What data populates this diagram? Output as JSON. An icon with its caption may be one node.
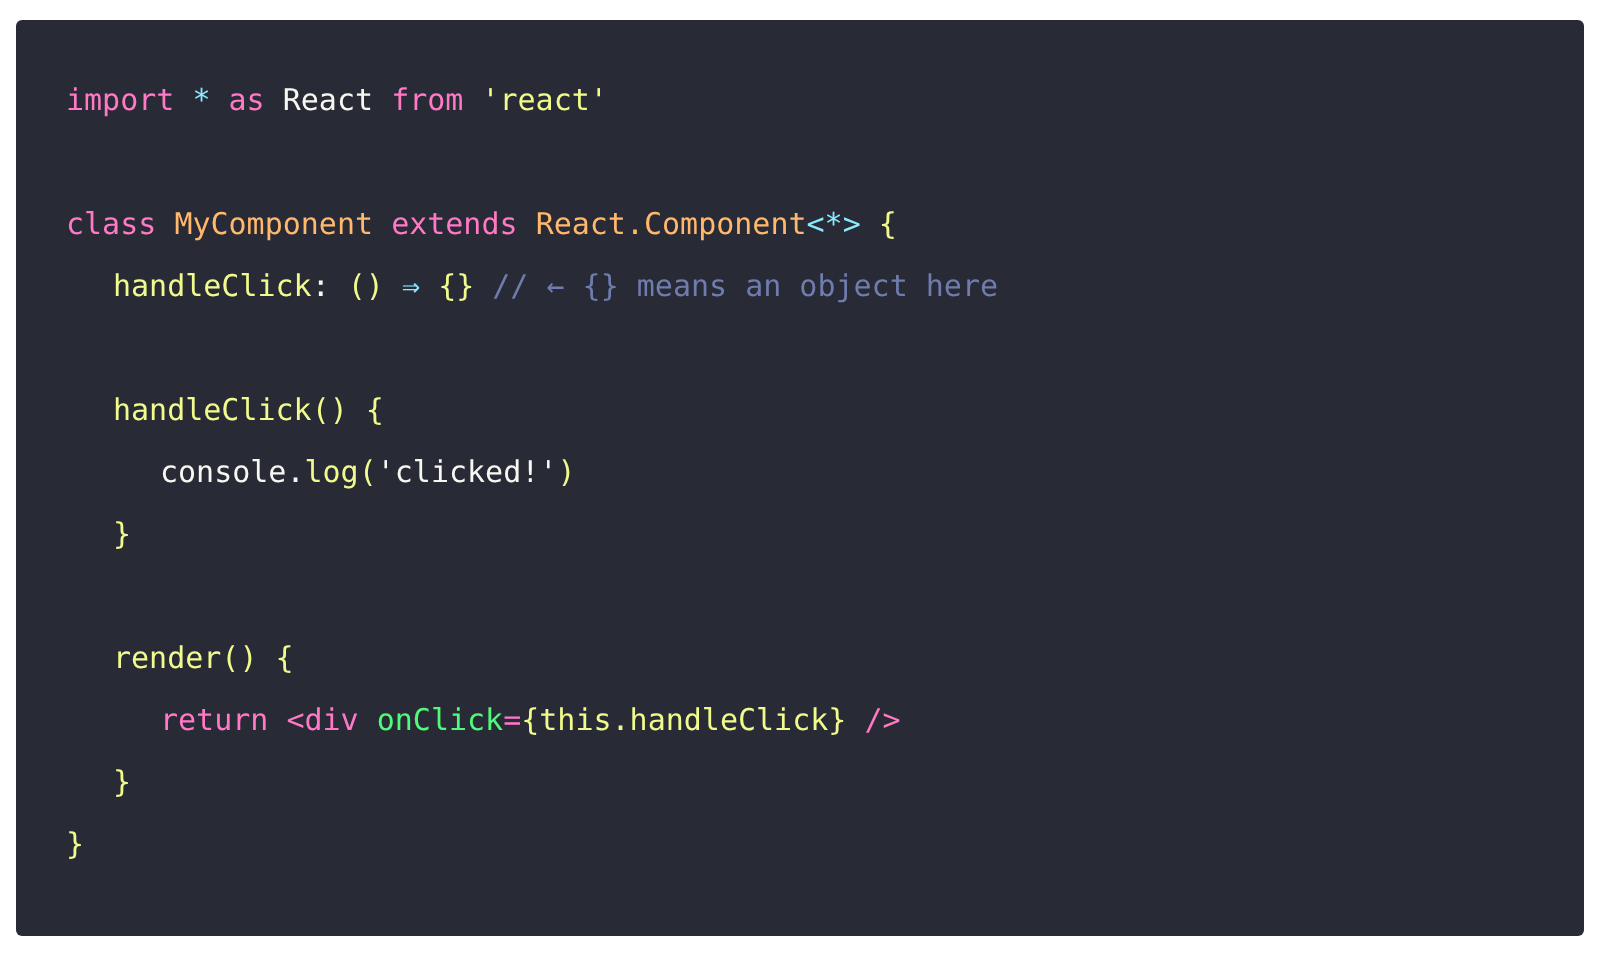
{
  "diagram": {
    "labels": [
      "import * as React from 'react'",
      "class MyComponent extends React.Component<*> {",
      "handleClick: () ⇒ {} // ← {} means an object here",
      "handleClick() {",
      "console.log('clicked!')",
      "}",
      "render() {",
      "return <div onClick={this.handleClick} />",
      "}",
      "}"
    ]
  }
}
